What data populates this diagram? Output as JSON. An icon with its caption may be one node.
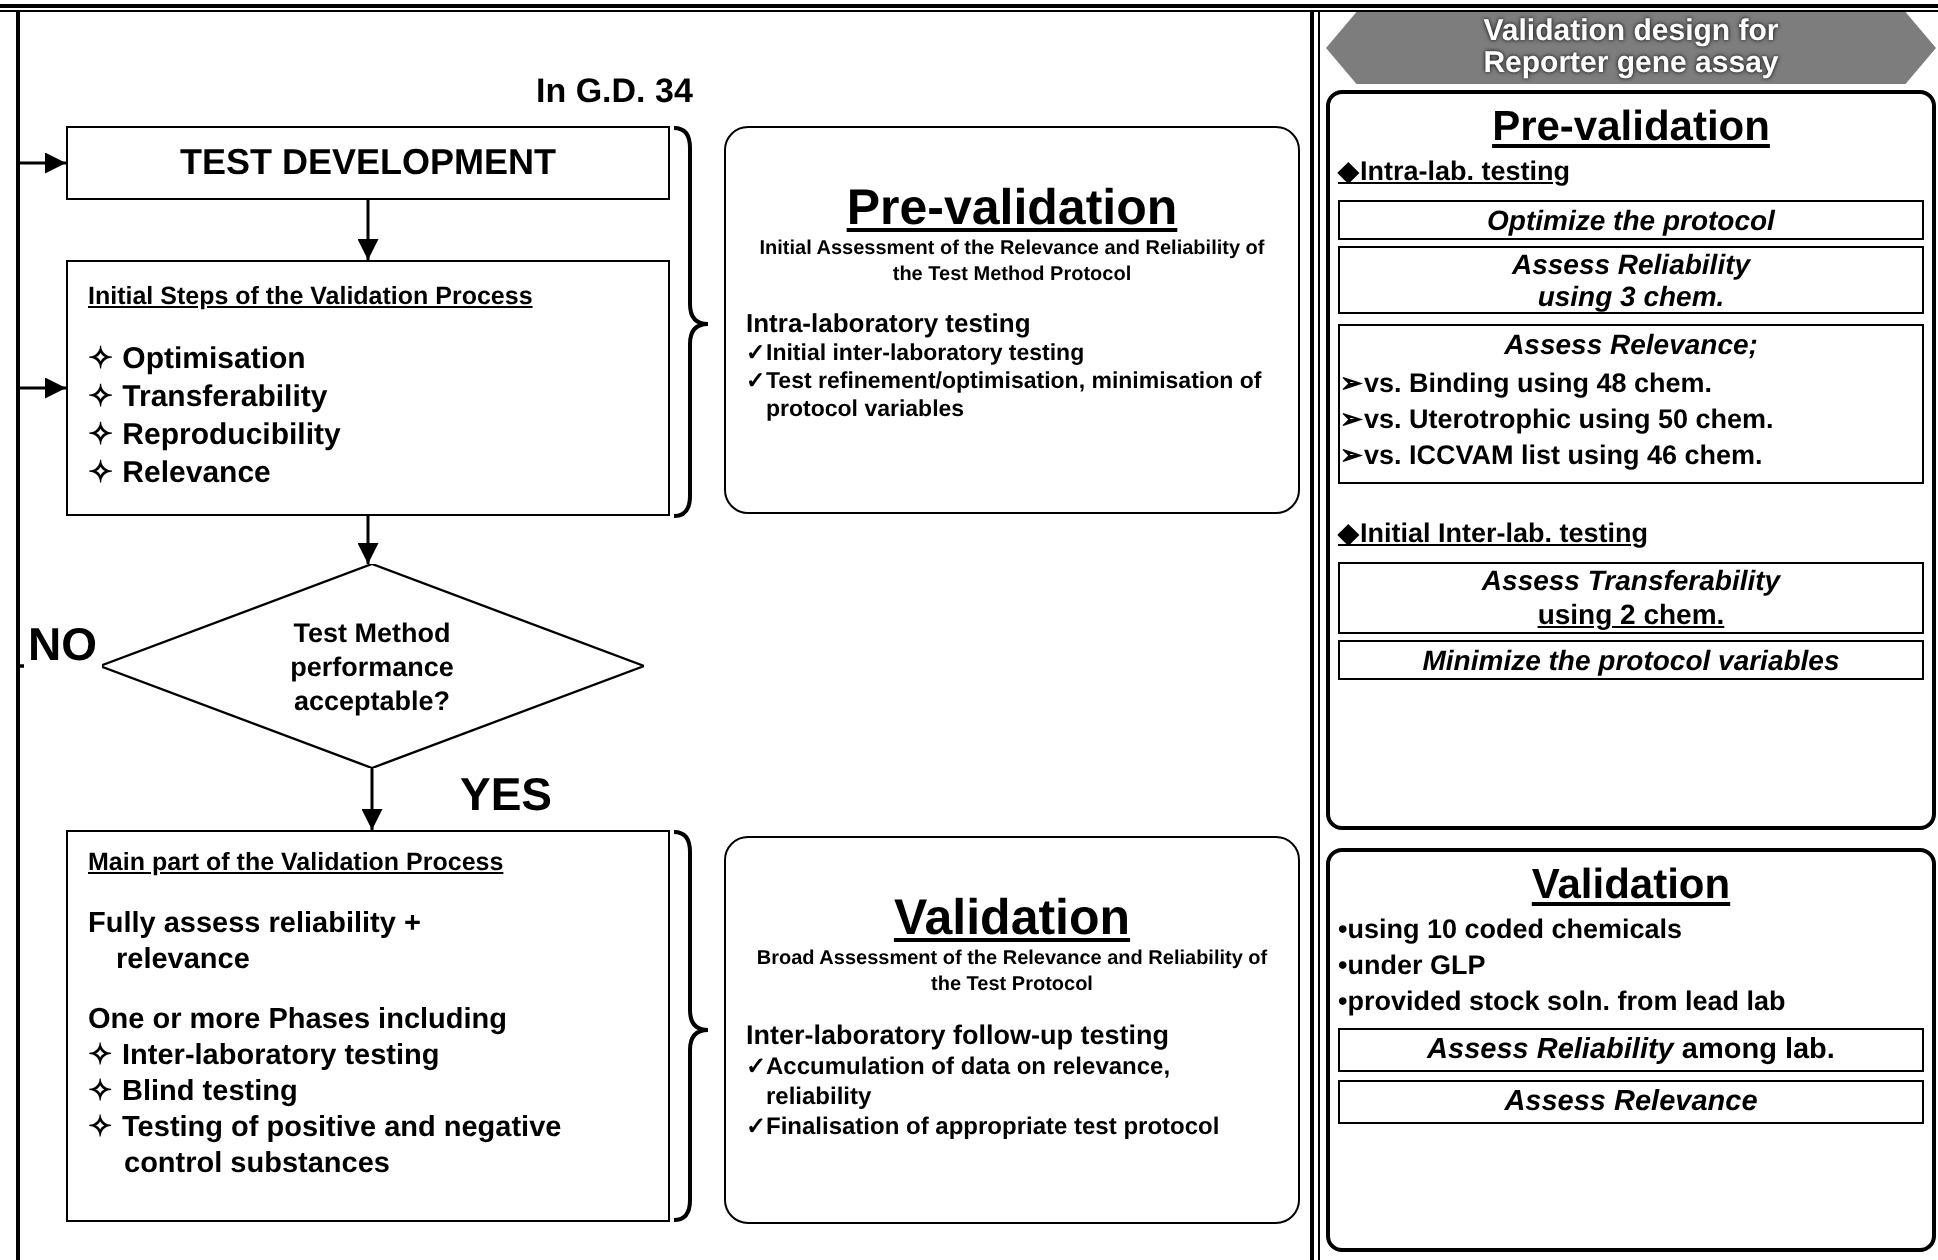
{
  "diagram": {
    "title": "In G.D. 34",
    "nodes": [
      {
        "text": [
          "TEST DEVELOPMENT"
        ]
      },
      {
        "text": [
          "Initial Steps of the Validation Process",
          "✧ Optimisation",
          "✧ Transferability",
          "✧ Reproducibility",
          "✧ Relevance"
        ]
      },
      {
        "text": [
          "Test Method performance acceptable?"
        ]
      },
      {
        "text": [
          "Main part of the Validation Process",
          "Fully assess reliability + relevance",
          "One or more Phases including",
          "✧ Inter-laboratory testing",
          "✧ Blind testing",
          "✧ Testing of positive and negative control substances"
        ]
      },
      {
        "text": [
          "Pre-validation",
          "Initial Assessment of the Relevance and Reliability of the Test Method Protocol",
          "Intra-laboratory testing",
          "✓Initial inter-laboratory testing",
          "✓Test refinement/optimisation, minimisation of protocol variables"
        ]
      },
      {
        "text": [
          "Validation",
          "Broad Assessment of the Relevance and Reliability of the Test Protocol",
          "Inter-laboratory follow-up testing",
          "✓Accumulation of data on relevance, reliability",
          "✓Finalisation of appropriate test protocol"
        ]
      },
      {
        "text": [
          "Validation design for Reporter gene assay"
        ]
      },
      {
        "text": [
          "Pre-validation",
          "◆Intra-lab. testing",
          "◆Initial Inter-lab. testing"
        ]
      },
      {
        "text": [
          "Optimize the protocol"
        ],
        "in": 7
      },
      {
        "text": [
          "Assess Reliability using 3 chem."
        ],
        "in": 7
      },
      {
        "text": [
          "Assess Relevance;",
          "➢vs. Binding using 48 chem.",
          "➢vs. Uterotrophic using 50 chem.",
          "➢vs. ICCVAM list using 46 chem."
        ],
        "in": 7
      },
      {
        "text": [
          "Assess Transferability",
          "using 2 chem."
        ],
        "in": 7
      },
      {
        "text": [
          "Minimize the protocol variables"
        ],
        "in": 7
      },
      {
        "text": [
          "Validation",
          "•using 10 coded chemicals",
          "•under GLP",
          "•provided stock soln. from lead lab"
        ]
      },
      {
        "text": [
          "*Assess Reliability* among lab."
        ],
        "in": 13
      },
      {
        "text": [
          "Assess Relevance"
        ],
        "in": 13
      }
    ],
    "edges": [
      {
        "from": 0,
        "to": 1,
        "arrow": "to"
      },
      {
        "from": 1,
        "to": 2,
        "arrow": "to"
      },
      {
        "from": 2,
        "to": 3,
        "arrow": "to",
        "label": "YES"
      },
      {
        "from": 2,
        "to": 0,
        "arrow": "to",
        "label": "NO"
      },
      {
        "from": 2,
        "to": 1,
        "arrow": "to"
      }
    ]
  }
}
